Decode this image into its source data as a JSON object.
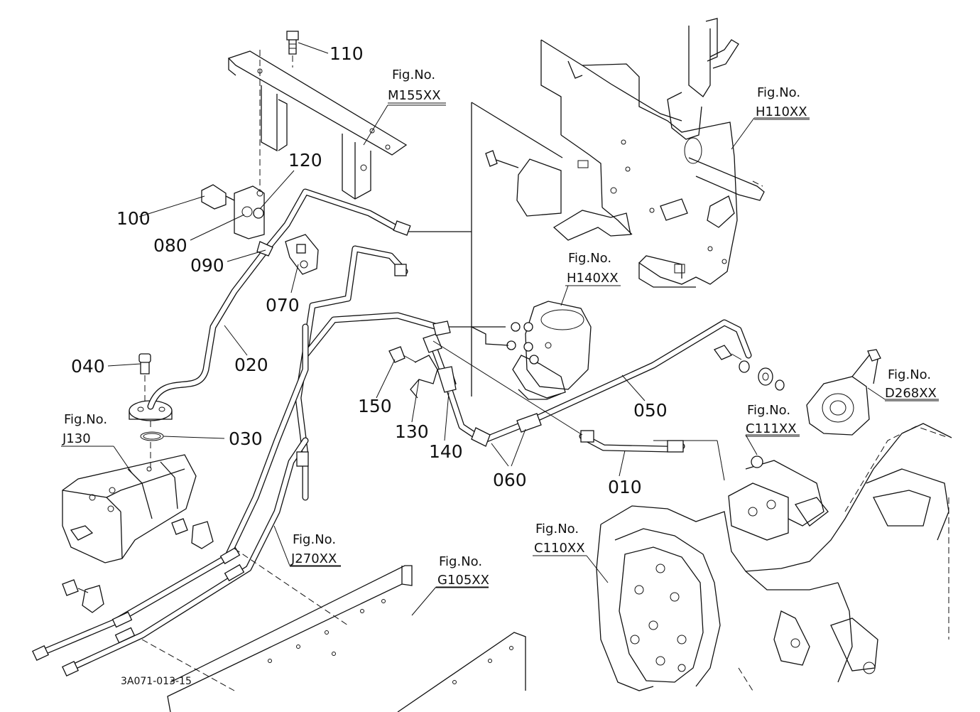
{
  "parts": [
    {
      "id": "p110",
      "label": "110"
    },
    {
      "id": "p100",
      "label": "100"
    },
    {
      "id": "p120",
      "label": "120"
    },
    {
      "id": "p080",
      "label": "080"
    },
    {
      "id": "p090",
      "label": "090"
    },
    {
      "id": "p070",
      "label": "070"
    },
    {
      "id": "p040",
      "label": "040"
    },
    {
      "id": "p020",
      "label": "020"
    },
    {
      "id": "p030",
      "label": "030"
    },
    {
      "id": "p150",
      "label": "150"
    },
    {
      "id": "p130",
      "label": "130"
    },
    {
      "id": "p140",
      "label": "140"
    },
    {
      "id": "p060",
      "label": "060"
    },
    {
      "id": "p050",
      "label": "050"
    },
    {
      "id": "p010",
      "label": "010"
    }
  ],
  "figure_refs": [
    {
      "id": "m155",
      "prefix": "Fig.No.",
      "number": "M155XX"
    },
    {
      "id": "h110",
      "prefix": "Fig.No.",
      "number": "H110XX"
    },
    {
      "id": "h140",
      "prefix": "Fig.No.",
      "number": "H140XX"
    },
    {
      "id": "d268",
      "prefix": "Fig.No.",
      "number": "D268XX"
    },
    {
      "id": "c111",
      "prefix": "Fig.No.",
      "number": "C111XX"
    },
    {
      "id": "j130",
      "prefix": "Fig.No.",
      "number": "J130"
    },
    {
      "id": "j270",
      "prefix": "Fig.No.",
      "number": "J270XX"
    },
    {
      "id": "g105",
      "prefix": "Fig.No.",
      "number": "G105XX"
    },
    {
      "id": "c110",
      "prefix": "Fig.No.",
      "number": "C110XX"
    }
  ],
  "drawing_number": "3A071-013-15"
}
